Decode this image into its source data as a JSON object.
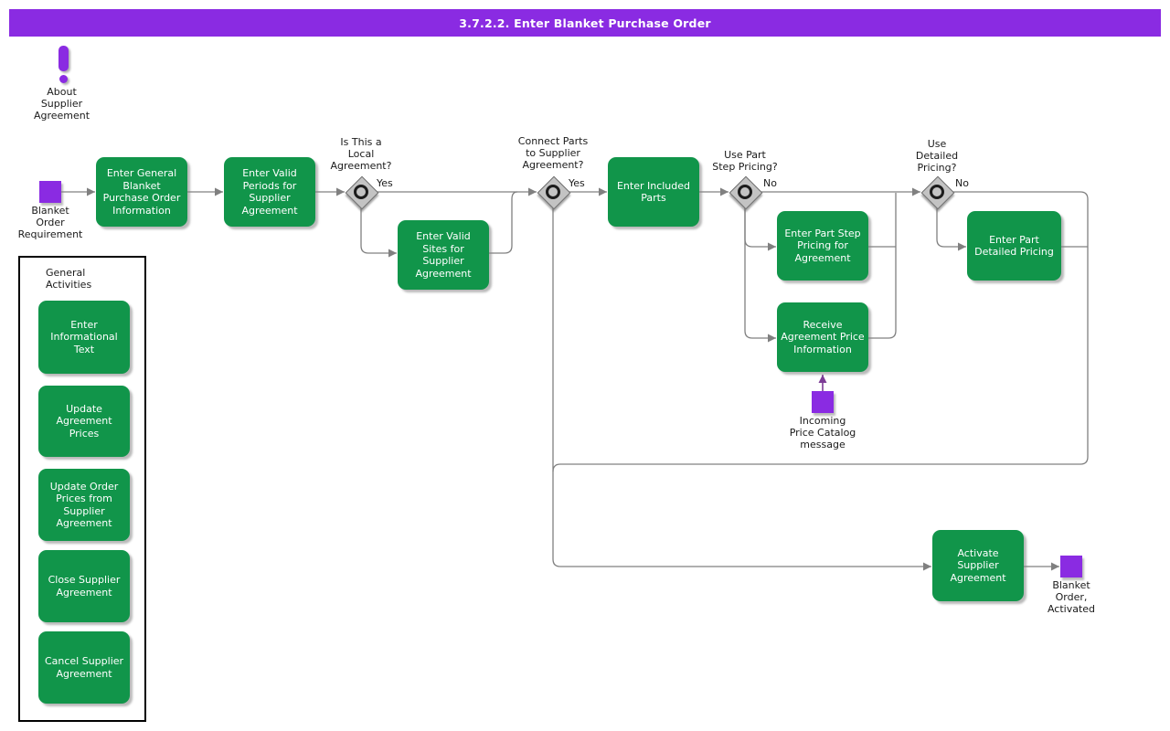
{
  "title": "3.7.2.2. Enter Blanket Purchase Order",
  "about_note": {
    "label": "About\nSupplier\nAgreement"
  },
  "events": {
    "start": {
      "label": "Blanket\nOrder\nRequirement"
    },
    "incoming_message": {
      "label": "Incoming\nPrice Catalog\nmessage"
    },
    "end": {
      "label": "Blanket\nOrder,\nActivated"
    }
  },
  "tasks": {
    "general_info": {
      "label": "Enter General\nBlanket\nPurchase Order\nInformation"
    },
    "valid_periods": {
      "label": "Enter Valid\nPeriods for\nSupplier\nAgreement"
    },
    "valid_sites": {
      "label": "Enter Valid\nSites for\nSupplier\nAgreement"
    },
    "included_parts": {
      "label": "Enter Included\nParts"
    },
    "part_step_pricing": {
      "label": "Enter Part Step\nPricing for\nAgreement"
    },
    "receive_price_info": {
      "label": "Receive\nAgreement Price\nInformation"
    },
    "detailed_pricing": {
      "label": "Enter Part\nDetailed Pricing"
    },
    "activate_agreement": {
      "label": "Activate\nSupplier\nAgreement"
    }
  },
  "decisions": {
    "local_agreement": {
      "question": "Is This a\nLocal\nAgreement?",
      "branch_label": "Yes"
    },
    "connect_parts": {
      "question": "Connect Parts\nto Supplier\nAgreement?",
      "branch_label": "Yes"
    },
    "part_step_pricing": {
      "question": "Use Part\nStep Pricing?",
      "branch_label": "No"
    },
    "detailed_pricing": {
      "question": "Use\nDetailed\nPricing?",
      "branch_label": "No"
    }
  },
  "sidebar": {
    "title": "General\nActivities",
    "items": [
      {
        "label": "Enter\nInformational\nText"
      },
      {
        "label": "Update\nAgreement\nPrices"
      },
      {
        "label": "Update Order\nPrices from\nSupplier\nAgreement"
      },
      {
        "label": "Close Supplier\nAgreement"
      },
      {
        "label": "Cancel Supplier\nAgreement"
      }
    ]
  },
  "colors": {
    "accent-purple": "#8A2BE2",
    "task-green": "#11954A",
    "connector-gray": "#808080",
    "message-purple": "#7D3C96"
  }
}
